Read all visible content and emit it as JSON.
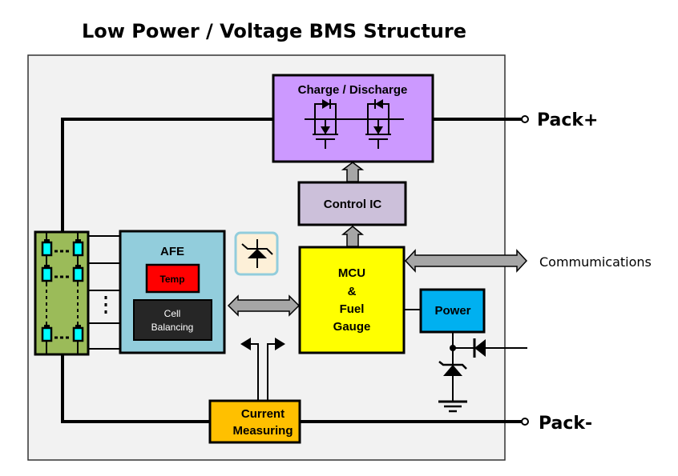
{
  "title": "Low Power / Voltage BMS Structure",
  "blocks": {
    "charge_discharge": {
      "label": "Charge / Discharge",
      "color": "#CC99FF"
    },
    "control_ic": {
      "label": "Control IC",
      "color": "#CCC0DA"
    },
    "afe": {
      "label": "AFE",
      "color": "#92CDDC"
    },
    "temp": {
      "label": "Temp",
      "color": "#FF0000"
    },
    "cell_balancing": {
      "line1": "Cell",
      "line2": "Balancing",
      "color": "#262626"
    },
    "mcu": {
      "line1": "MCU",
      "line2": "&",
      "line3": "Fuel",
      "line4": "Gauge",
      "color": "#FFFF00"
    },
    "power": {
      "label": "Power",
      "color": "#00B0F0"
    },
    "current_measuring": {
      "line1": "Current",
      "line2": "Measuring",
      "color": "#FFC000"
    },
    "cell_pack": {
      "color": "#9BBB59",
      "cell_color": "#00FFFF"
    },
    "tvs_icon_box": {
      "color": "#FDF0D8",
      "border": "#92CDDC"
    }
  },
  "terminals": {
    "pack_plus": "Pack+",
    "pack_minus": "Pack-"
  },
  "communications_label": "Commumications",
  "colors": {
    "background_panel": "#F2F2F2",
    "bus_arrow": "#A6A6A6",
    "wire": "#000000"
  }
}
